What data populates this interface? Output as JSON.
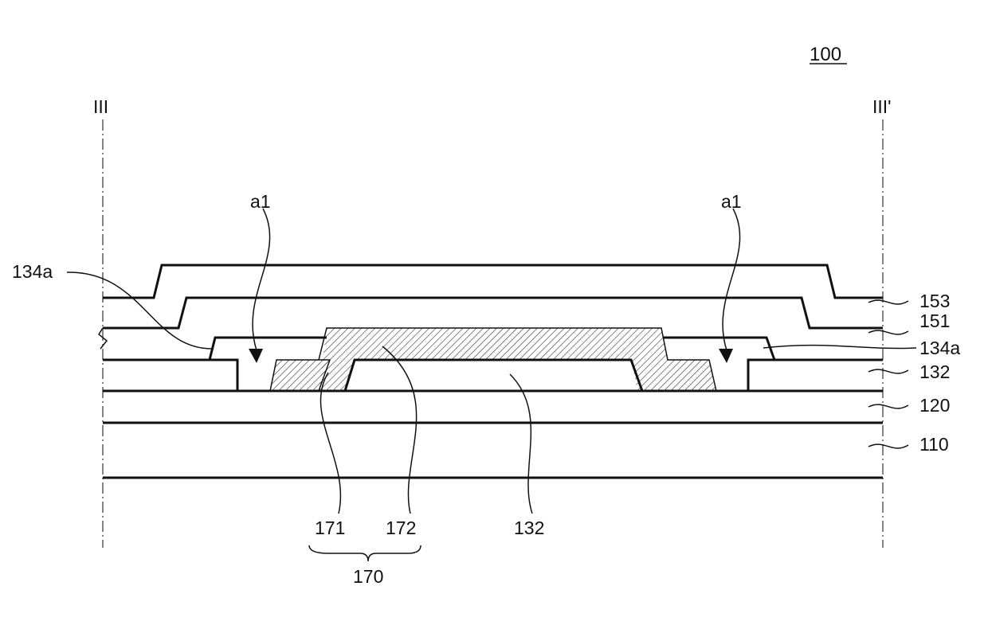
{
  "figure": {
    "reference_numeral": "100",
    "section_left": "III",
    "section_right": "III'",
    "labels": {
      "a1_left": "a1",
      "a1_right": "a1",
      "l134a_left": "134a",
      "l134a_right": "134a",
      "l153": "153",
      "l151": "151",
      "l132_right": "132",
      "l120": "120",
      "l110": "110",
      "l171": "171",
      "l172": "172",
      "l132_bottom": "132",
      "l170": "170"
    },
    "colors": {
      "line": "#111111",
      "background": "#ffffff",
      "hatch": "#333333"
    }
  }
}
